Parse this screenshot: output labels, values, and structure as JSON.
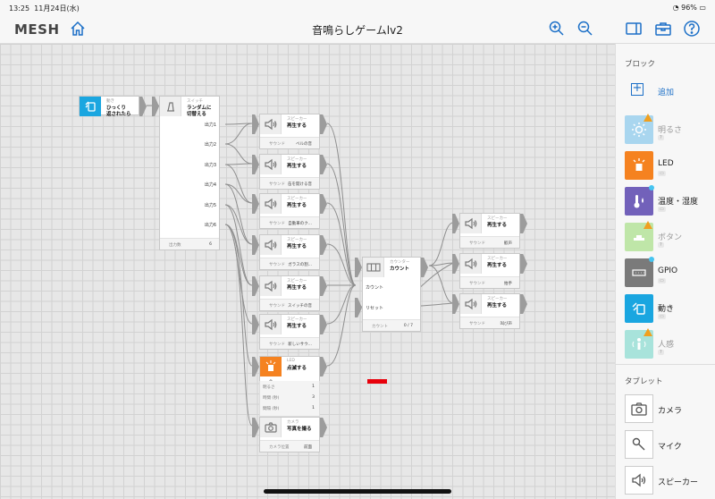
{
  "status": {
    "time": "13:25",
    "date": "11月24日(水)",
    "battery": "96%"
  },
  "nav": {
    "logo": "MESH",
    "title": "音鳴らしゲームlv2"
  },
  "blocks": {
    "motion": {
      "cat": "動き",
      "label": "ひっくり\n返されたら"
    },
    "switch": {
      "cat": "スイッチ",
      "label": "ランダムに\n切替える",
      "outputs": [
        "出力1",
        "出力2",
        "出力3",
        "出力4",
        "出力5",
        "出力6"
      ],
      "footer_label": "出力数",
      "footer_value": "6"
    },
    "speakers": [
      {
        "cat": "スピーカー",
        "label": "再生する",
        "footer_label": "サウンド",
        "footer_value": "ベルの音"
      },
      {
        "cat": "スピーカー",
        "label": "再生する",
        "footer_label": "サウンド",
        "footer_value": "缶を開ける音"
      },
      {
        "cat": "スピーカー",
        "label": "再生する",
        "footer_label": "サウンド",
        "footer_value": "自動車のク..."
      },
      {
        "cat": "スピーカー",
        "label": "再生する",
        "footer_label": "サウンド",
        "footer_value": "ガラスの割..."
      },
      {
        "cat": "スピーカー",
        "label": "再生する",
        "footer_label": "サウンド",
        "footer_value": "スイッチの音"
      },
      {
        "cat": "スピーカー",
        "label": "再生する",
        "footer_label": "サウンド",
        "footer_value": "新しいサウ..."
      }
    ],
    "led": {
      "cat": "LED",
      "label": "点滅する",
      "color_label": "色",
      "color": "#e8000b",
      "rows": [
        [
          "明るさ",
          "1"
        ],
        [
          "時間 (秒)",
          "3"
        ],
        [
          "間隔 (秒)",
          "1"
        ]
      ]
    },
    "camera": {
      "cat": "カメラ",
      "label": "写真を撮る",
      "footer_label": "カメラ位置",
      "footer_value": "前面"
    },
    "counter": {
      "cat": "カウンター",
      "label": "カウント",
      "in1": "カウント",
      "in2": "リセット",
      "footer_label": "カウント",
      "footer_value": "0 / 7"
    },
    "right_speakers": [
      {
        "cat": "スピーカー",
        "label": "再生する",
        "footer_label": "サウンド",
        "footer_value": "歓声"
      },
      {
        "cat": "スピーカー",
        "label": "再生する",
        "footer_label": "サウンド",
        "footer_value": "拍手"
      },
      {
        "cat": "スピーカー",
        "label": "再生する",
        "footer_label": "サウンド",
        "footer_value": "叫び声"
      }
    ]
  },
  "panel": {
    "blocks_header": "ブロック",
    "add_label": "追加",
    "items": [
      {
        "name": "明るさ",
        "battery": "?",
        "color": "#a9d6ef",
        "icon": "brightness-icon",
        "dim": true,
        "warn": true
      },
      {
        "name": "LED",
        "battery": "▭",
        "color": "#f58220",
        "icon": "led-icon",
        "dim": false
      },
      {
        "name": "温度・湿度",
        "battery": "▭",
        "color": "#7261ba",
        "icon": "thermometer-icon",
        "dim": false,
        "dot": true
      },
      {
        "name": "ボタン",
        "battery": "?",
        "color": "#bfe6a8",
        "icon": "button-icon",
        "dim": true,
        "warn": true
      },
      {
        "name": "GPIO",
        "battery": "▭",
        "color": "#7a7a7a",
        "icon": "gpio-icon",
        "dim": false,
        "dot": true
      },
      {
        "name": "動き",
        "battery": "▭",
        "color": "#1aa6e0",
        "icon": "motion-icon",
        "dim": false
      },
      {
        "name": "人感",
        "battery": "?",
        "color": "#a8e3db",
        "icon": "human-icon",
        "dim": true,
        "warn": true
      }
    ],
    "tablet_header": "タブレット",
    "tablet": [
      {
        "name": "カメラ",
        "icon": "camera-icon"
      },
      {
        "name": "マイク",
        "icon": "microphone-icon"
      },
      {
        "name": "スピーカー",
        "icon": "speaker-icon"
      }
    ]
  }
}
